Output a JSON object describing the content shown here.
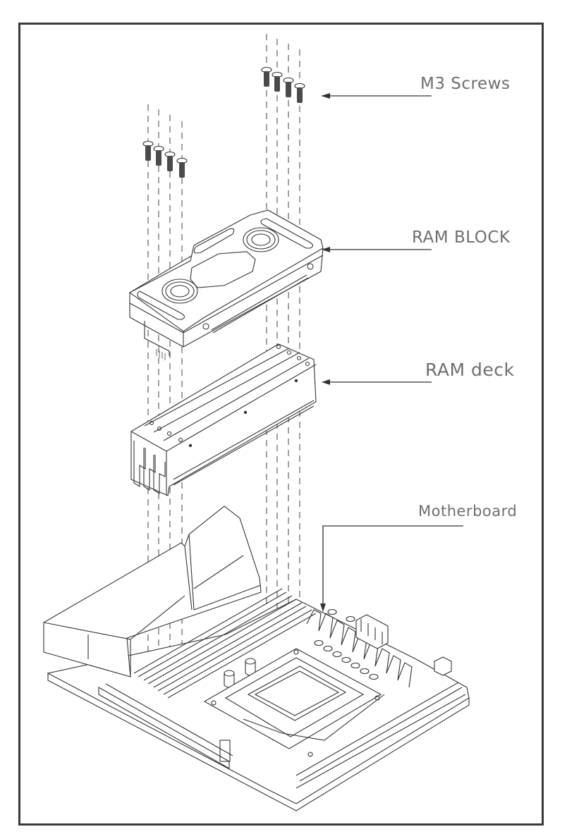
{
  "diagram": {
    "type": "exploded-assembly-view",
    "labels": {
      "screws": "M3 Screws",
      "ram_block": "RAM BLOCK",
      "ram_deck": "RAM deck",
      "motherboard": "Motherboard"
    },
    "components": [
      {
        "id": "m3-screws",
        "label": "M3 Screws",
        "count": 8,
        "groups": 2
      },
      {
        "id": "ram-block",
        "label": "RAM BLOCK"
      },
      {
        "id": "ram-deck",
        "label": "RAM deck",
        "modules": 4
      },
      {
        "id": "motherboard",
        "label": "Motherboard"
      }
    ],
    "colors": {
      "line": "#333333",
      "label": "#6e6e6e",
      "frame": "#3a3a3a",
      "background": "#ffffff"
    }
  }
}
